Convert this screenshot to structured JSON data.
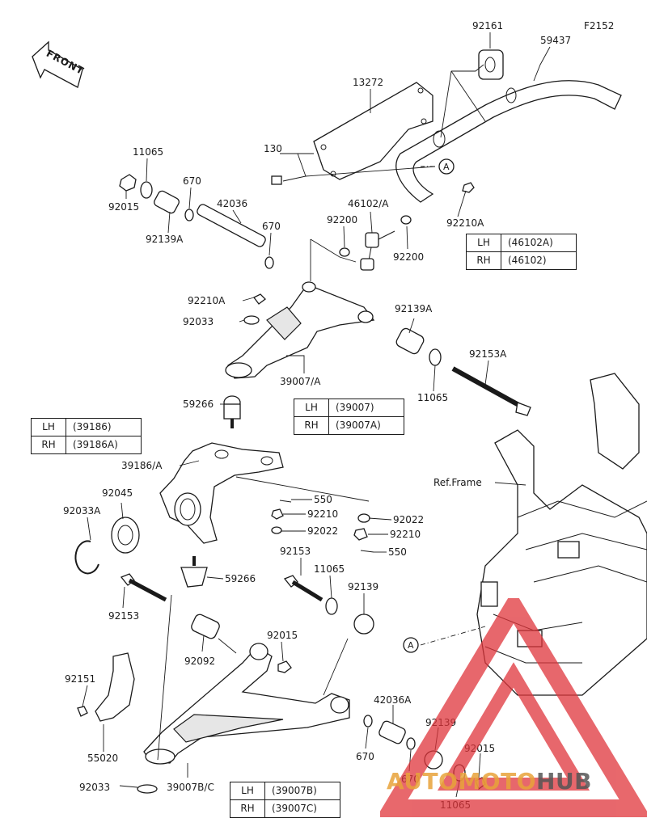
{
  "figure_code": "F2152",
  "front_label": "FRONT",
  "ref_frame_label": "Ref.Frame",
  "callout_a": "A",
  "part_numbers": {
    "p92161": "92161",
    "p59437": "59437",
    "p13272": "13272",
    "p130": "130",
    "p11065_top": "11065",
    "p92015_top": "92015",
    "p670_a": "670",
    "p92139A_top": "92139A",
    "p42036": "42036",
    "p670_b": "670",
    "p46102A": "46102/A",
    "p92200_a": "92200",
    "p92200_b": "92200",
    "p92210A_right": "92210A",
    "p92210A_left": "92210A",
    "p92033_top": "92033",
    "p92139A_mid": "92139A",
    "p39007A": "39007/A",
    "p92153A": "92153A",
    "p11065_mid": "11065",
    "p59266_top": "59266",
    "p39186A": "39186/A",
    "p92045": "92045",
    "p92033A": "92033A",
    "p550_a": "550",
    "p92210_a": "92210",
    "p92022_a": "92022",
    "p92022_b": "92022",
    "p92210_b": "92210",
    "p550_b": "550",
    "p59266_bot": "59266",
    "p92153_a": "92153",
    "p11065_low": "11065",
    "p92139": "92139",
    "p92153_b": "92153",
    "p92092": "92092",
    "p92015_mid": "92015",
    "p92151": "92151",
    "p55020": "55020",
    "p92033_bot": "92033",
    "p39007BC": "39007B/C",
    "p42036A": "42036A",
    "p670_c": "670",
    "p670_d": "670",
    "p92139_bot": "92139",
    "p92015_bot": "92015",
    "p11065_bot": "11065"
  },
  "tables": {
    "stabilizer_link": [
      {
        "side": "LH",
        "part": "(46102A)"
      },
      {
        "side": "RH",
        "part": "(46102)"
      }
    ],
    "upper_arm": [
      {
        "side": "LH",
        "part": "(39007)"
      },
      {
        "side": "RH",
        "part": "(39007A)"
      }
    ],
    "knuckle": [
      {
        "side": "LH",
        "part": "(39186)"
      },
      {
        "side": "RH",
        "part": "(39186A)"
      }
    ],
    "lower_arm": [
      {
        "side": "LH",
        "part": "(39007B)"
      },
      {
        "side": "RH",
        "part": "(39007C)"
      }
    ]
  },
  "watermark": {
    "text_a": "AUTOMOTO",
    "text_b": "HUB",
    "color_red": "#e0353b",
    "color_orange": "#e8a33a",
    "color_grey": "#555555"
  }
}
